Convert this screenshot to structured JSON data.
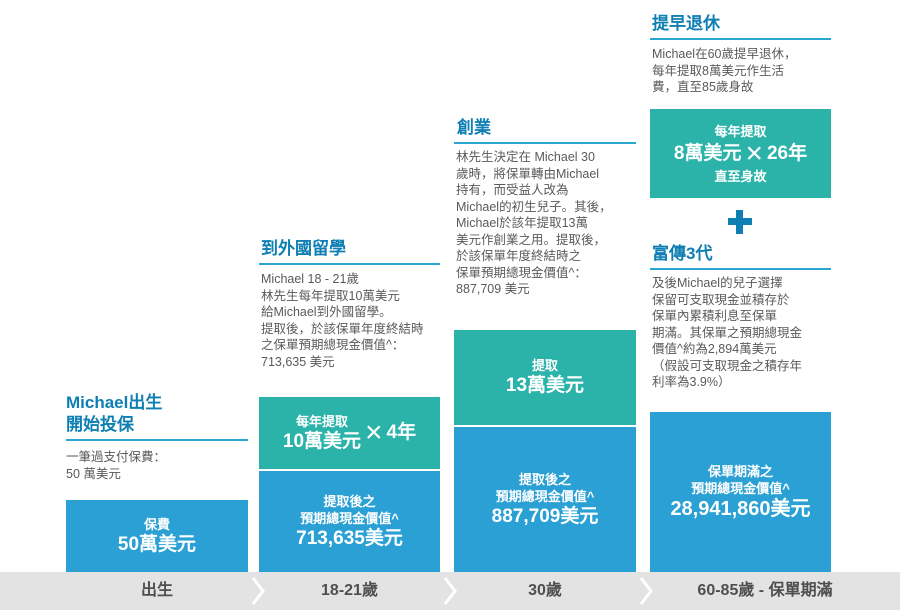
{
  "col1": {
    "title_line1": "Michael出生",
    "title_line2": "開始投保",
    "desc_line1": "一筆過支付保費：",
    "desc_line2": "50 萬美元",
    "box_small": "保費",
    "box_big": "50萬美元"
  },
  "col2": {
    "title": "到外國留學",
    "desc": [
      "Michael 18 - 21歲",
      "林先生每年提取10萬美元",
      "給Michael到外國留學。",
      "提取後，於該保單年度終結時",
      "之保單預期總現金價值^：",
      "713,635 美元"
    ],
    "teal_small": "每年提取",
    "teal_big": "10萬美元",
    "teal_times": "×",
    "teal_right": "4年",
    "blue_small_1": "提取後之",
    "blue_small_2": "預期總現金價值^",
    "blue_big": "713,635美元"
  },
  "col3": {
    "title": "創業",
    "desc": [
      "林先生決定在 Michael 30",
      "歲時，將保單轉由Michael",
      "持有，而受益人改為",
      "Michael的初生兒子。其後，",
      "Michael於該年提取13萬",
      "美元作創業之用。提取後，",
      "於該保單年度終結時之",
      "保單預期總現金價值^：",
      "887,709 美元"
    ],
    "teal_small": "提取",
    "teal_big": "13萬美元",
    "blue_small_1": "提取後之",
    "blue_small_2": "預期總現金價值^",
    "blue_big": "887,709美元"
  },
  "col4": {
    "title_top": "提早退休",
    "desc_top": [
      "Michael在60歲提早退休，",
      "每年提取8萬美元作生活",
      "費，直至85歲身故"
    ],
    "teal_small": "每年提取",
    "teal_big": "8萬美元",
    "teal_times": "×",
    "teal_right": "26年",
    "teal_bottom": "直至身故",
    "title_mid": "富傳3代",
    "desc_mid": [
      "及後Michael的兒子選擇",
      "保留可支取現金並積存於",
      "保單內累積利息至保單",
      "期滿。其保單之預期總現金",
      "價值^約為2,894萬美元",
      "（假設可支取現金之積存年",
      "利率為3.9%）"
    ],
    "blue_small_1": "保單期滿之",
    "blue_small_2": "預期總現金價值^",
    "blue_big": "28,941,860美元"
  },
  "timeline": [
    "出生",
    "18-21歲",
    "30歲",
    "60-85歲 - 保單期滿"
  ],
  "colors": {
    "blue": "#2aa0d4",
    "teal": "#2bb3aa",
    "title": "#0f7fb3",
    "bar": "#e3e3e3"
  },
  "icons": {
    "plus": "plus-icon",
    "chevron": "chevron-right-icon"
  }
}
